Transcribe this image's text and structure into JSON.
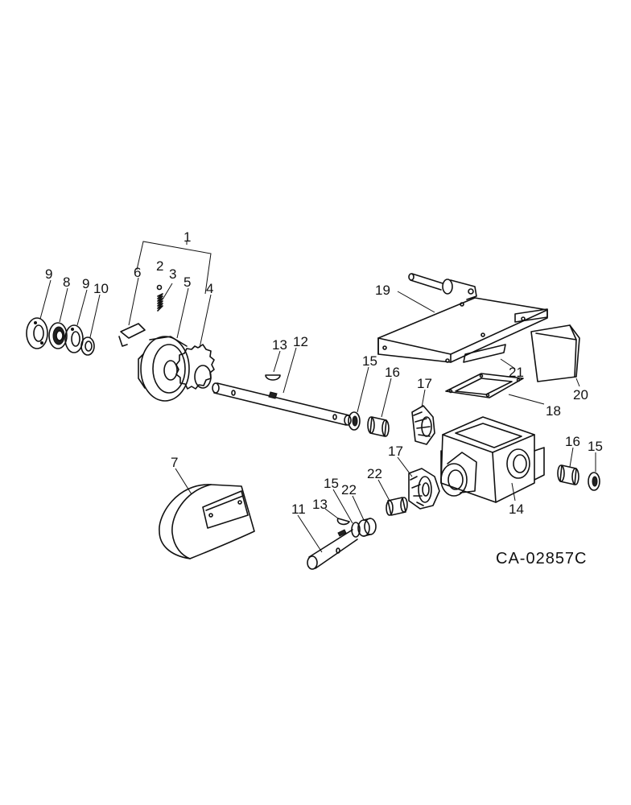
{
  "drawing": {
    "reference": "CA-02857C"
  },
  "callouts": {
    "c1": "1",
    "c2": "2",
    "c3": "3",
    "c4": "4",
    "c5": "5",
    "c6": "6",
    "c7": "7",
    "c8": "8",
    "c9a": "9",
    "c9b": "9",
    "c10": "10",
    "c11": "11",
    "c12": "12",
    "c13a": "13",
    "c13b": "13",
    "c14": "14",
    "c15a": "15",
    "c15b": "15",
    "c15c": "15",
    "c16a": "16",
    "c16b": "16",
    "c17a": "17",
    "c17b": "17",
    "c18": "18",
    "c19": "19",
    "c20": "20",
    "c21": "21",
    "c22a": "22",
    "c22b": "22"
  }
}
